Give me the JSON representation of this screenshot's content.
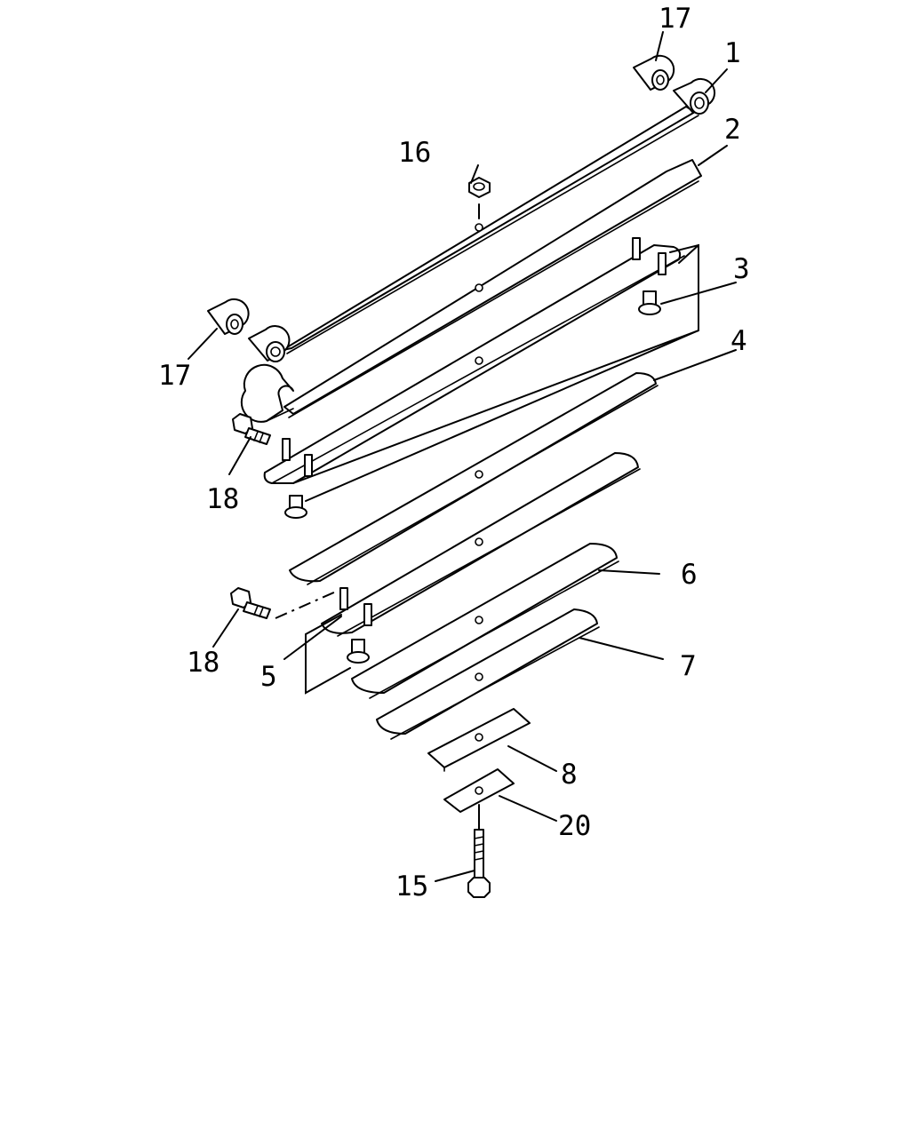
{
  "callouts": {
    "c1": "1",
    "c2": "2",
    "c3": "3",
    "c4": "4",
    "c5": "5",
    "c6": "6",
    "c7": "7",
    "c8": "8",
    "c15": "15",
    "c16": "16",
    "c17_top": "17",
    "c17_left": "17",
    "c18_upper": "18",
    "c18_lower": "18",
    "c20": "20"
  },
  "colors": {
    "line": "#000000",
    "background": "#ffffff"
  }
}
